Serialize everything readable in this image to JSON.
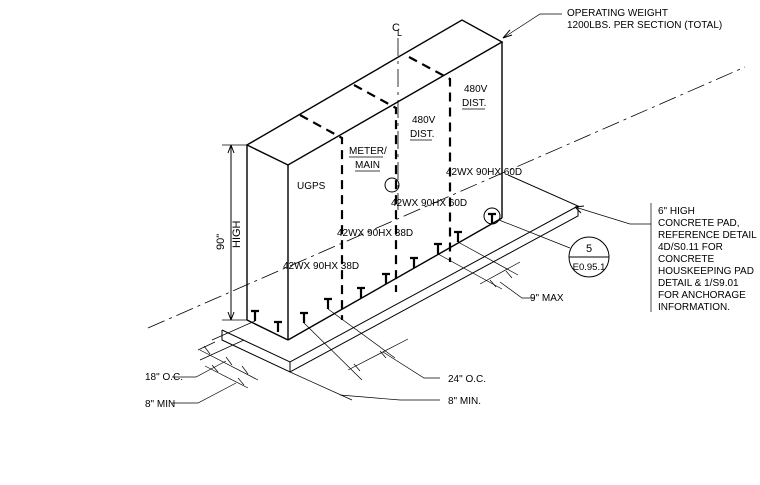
{
  "sections": [
    {
      "name": "UGPS",
      "dims": "42WX 90HX 38D"
    },
    {
      "name_lines": [
        "METER/",
        "MAIN"
      ],
      "dims": "42WX 90HX 38D"
    },
    {
      "name_lines": [
        "480V",
        "DIST."
      ],
      "dims": "42WX 90HX 60D"
    },
    {
      "name_lines": [
        "480V",
        "DIST."
      ],
      "dims": "42WX 90HX 60D"
    }
  ],
  "centerline_symbol": "CL",
  "height_dim": {
    "value": "90\"",
    "label": "HIGH"
  },
  "operating_weight": [
    "OPERATING WEIGHT",
    "1200LBS. PER SECTION (TOTAL)"
  ],
  "pad_note": [
    "6\" HIGH",
    "CONCRETE PAD,",
    "REFERENCE DETAIL",
    "4D/S0.11 FOR",
    "CONCRETE",
    "HOUSKEEPING PAD",
    "DETAIL & 1/S9.01",
    "FOR ANCHORAGE",
    "INFORMATION."
  ],
  "detail_callout": {
    "number": "5",
    "sheet": "E0.95.1"
  },
  "anchor_symbol": "T",
  "dimensions": {
    "left_spacing": "18\" O.C.",
    "left_min": "8\" MIN",
    "front_spacing": "24\" O.C.",
    "front_min": "8\" MIN.",
    "right_max": "9\" MAX"
  }
}
